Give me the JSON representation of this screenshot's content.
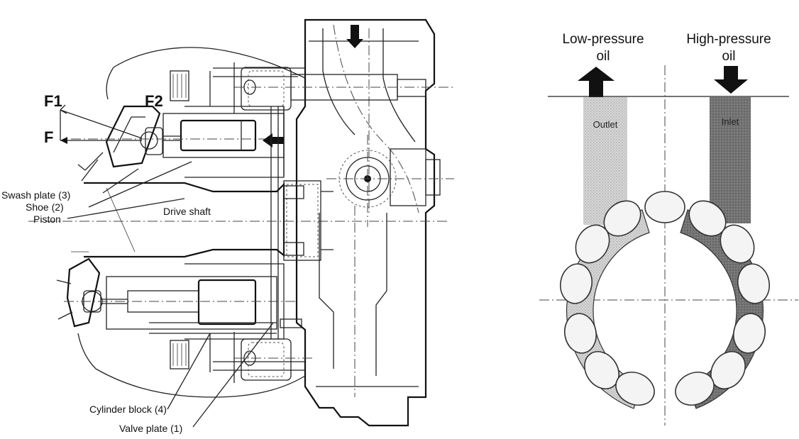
{
  "pump_section": {
    "labels": {
      "f1": "F1",
      "f2": "F2",
      "f": "F",
      "swash_plate": "Swash plate (3)",
      "shoe": "Shoe (2)",
      "piston": "Piston",
      "drive_shaft": "Drive shaft",
      "cylinder_block": "Cylinder block (4)",
      "valve_plate": "Valve plate (1)"
    }
  },
  "valve_plate_view": {
    "low_pressure_line1": "Low-pressure",
    "low_pressure_line2": "oil",
    "high_pressure_line1": "High-pressure",
    "high_pressure_line2": "oil",
    "outlet": "Outlet",
    "inlet": "Inlet",
    "colors": {
      "low_pressure_band": "#c8c8c8",
      "high_pressure_band": "#6e6e6e"
    }
  }
}
